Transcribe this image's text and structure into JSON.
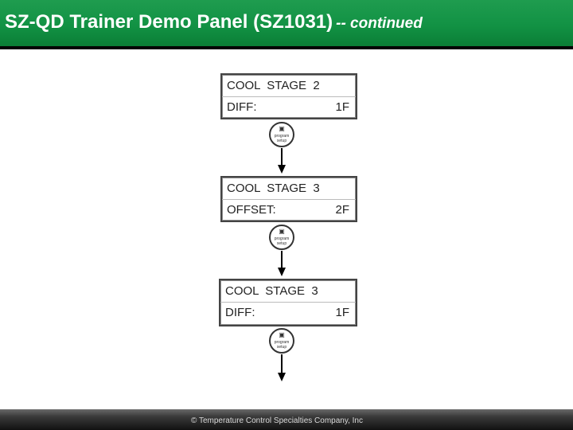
{
  "header": {
    "title": "SZ-QD Trainer Demo Panel (SZ1031)",
    "subtitle": "-- continued"
  },
  "flow": {
    "screens": [
      {
        "line1": "COOL  STAGE  2",
        "line2": "DIFF:",
        "value": "1F"
      },
      {
        "line1": "COOL  STAGE  3",
        "line2": "OFFSET:",
        "value": "2F"
      },
      {
        "line1": "COOL  STAGE  3",
        "line2": "DIFF:",
        "value": "1F"
      }
    ],
    "button": {
      "icon": "lock-icon",
      "line1": "program",
      "line2": "setup"
    }
  },
  "footer": {
    "copyright": "© Temperature Control Specialties Company, Inc"
  },
  "colors": {
    "header_green": "#129244",
    "header_border": "#050505",
    "footer_dark": "#111111"
  }
}
